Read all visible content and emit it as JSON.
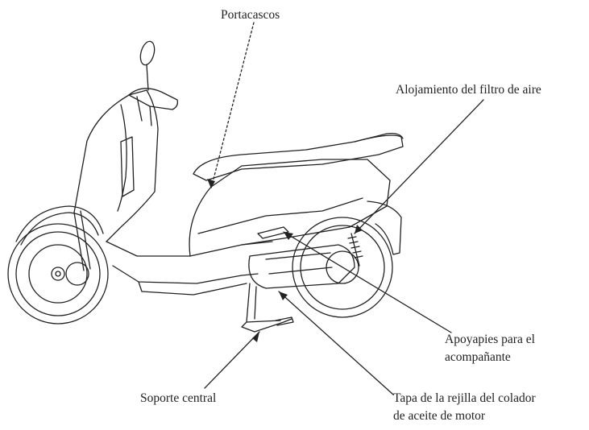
{
  "labels": {
    "helmet_holder": "Portacascos",
    "air_filter_housing": "Alojamiento del filtro de aire",
    "passenger_footrest_line1": "Apoyapies para el",
    "passenger_footrest_line2": "acompañante",
    "center_stand": "Soporte central",
    "oil_strainer_cap_line1": "Tapa de la rejilla del colador",
    "oil_strainer_cap_line2": "de aceite de motor"
  },
  "colors": {
    "line": "#222222",
    "background": "#ffffff"
  }
}
